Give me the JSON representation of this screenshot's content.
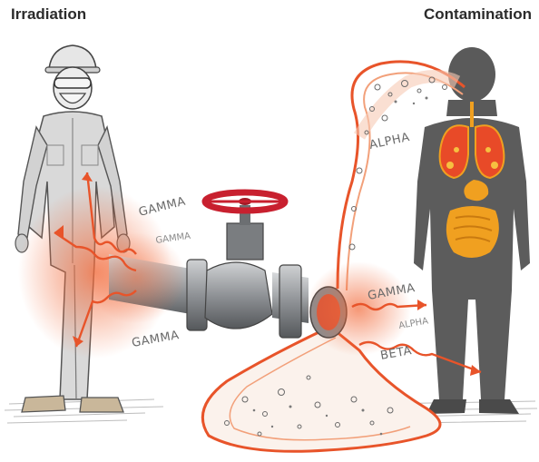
{
  "titles": {
    "left": "Irradiation",
    "right": "Contamination"
  },
  "labels": {
    "gamma_1": "GAMMA",
    "gamma_2": "GAMMA",
    "gamma_3": "GAMMA",
    "gamma_4": "GAMMA",
    "alpha_1": "ALPHA",
    "alpha_2": "ALPHA",
    "beta": "BETA"
  },
  "colors": {
    "radiation": "#e8542a",
    "worker_suit": "#d9d9d9",
    "silhouette": "#5a5a5a",
    "valve_wheel": "#c8202f",
    "pipe": "#9a9da0",
    "organs": "#f0a020"
  }
}
